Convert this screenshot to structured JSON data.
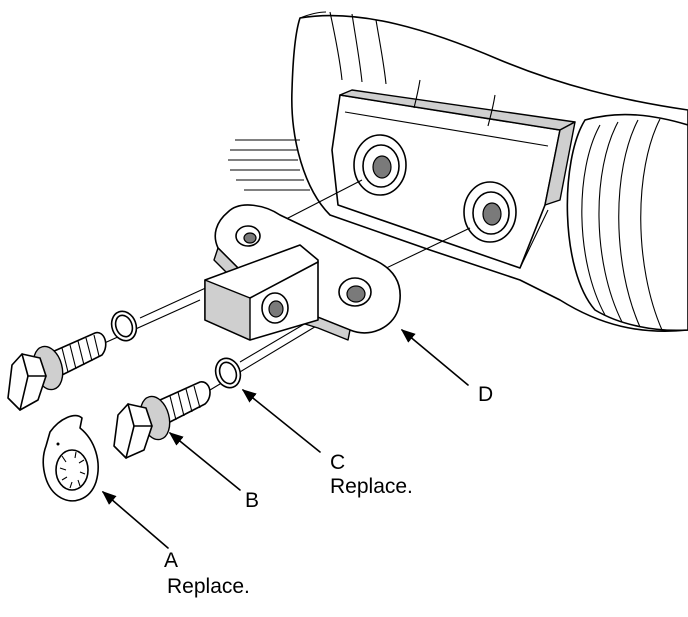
{
  "callouts": {
    "a": {
      "letter": "A",
      "note": "Replace."
    },
    "b": {
      "letter": "B"
    },
    "c": {
      "letter": "C",
      "note": "Replace."
    },
    "d": {
      "letter": "D"
    }
  }
}
